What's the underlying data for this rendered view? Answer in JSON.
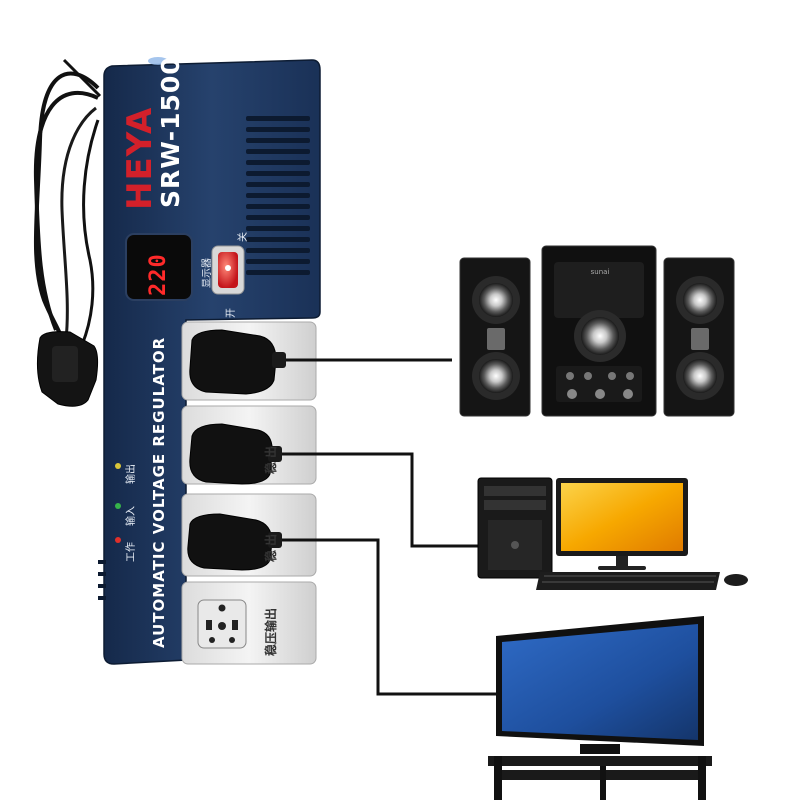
{
  "regulator": {
    "brand": "HEYA",
    "model": "SRW-1500",
    "product_label": "AUTOMATIC VOLTAGE REGULATOR",
    "display_value": "220",
    "display_label": "显示器",
    "switch_on_label": "开",
    "switch_off_label": "关",
    "indicator_work": "工作",
    "indicator_input": "输入",
    "indicator_output": "输出",
    "socket_label_1": "稳 出",
    "socket_label_2": "稳 出",
    "socket_label_3": "稳压输出"
  },
  "speaker": {
    "brand_text": "sunai"
  },
  "colors": {
    "body_blue": "#1f3a63",
    "brand_red": "#d3202a",
    "display_red": "#ff2a2a",
    "monitor_yellow": "#f7a800",
    "tv_blue": "#1e4f9e"
  }
}
